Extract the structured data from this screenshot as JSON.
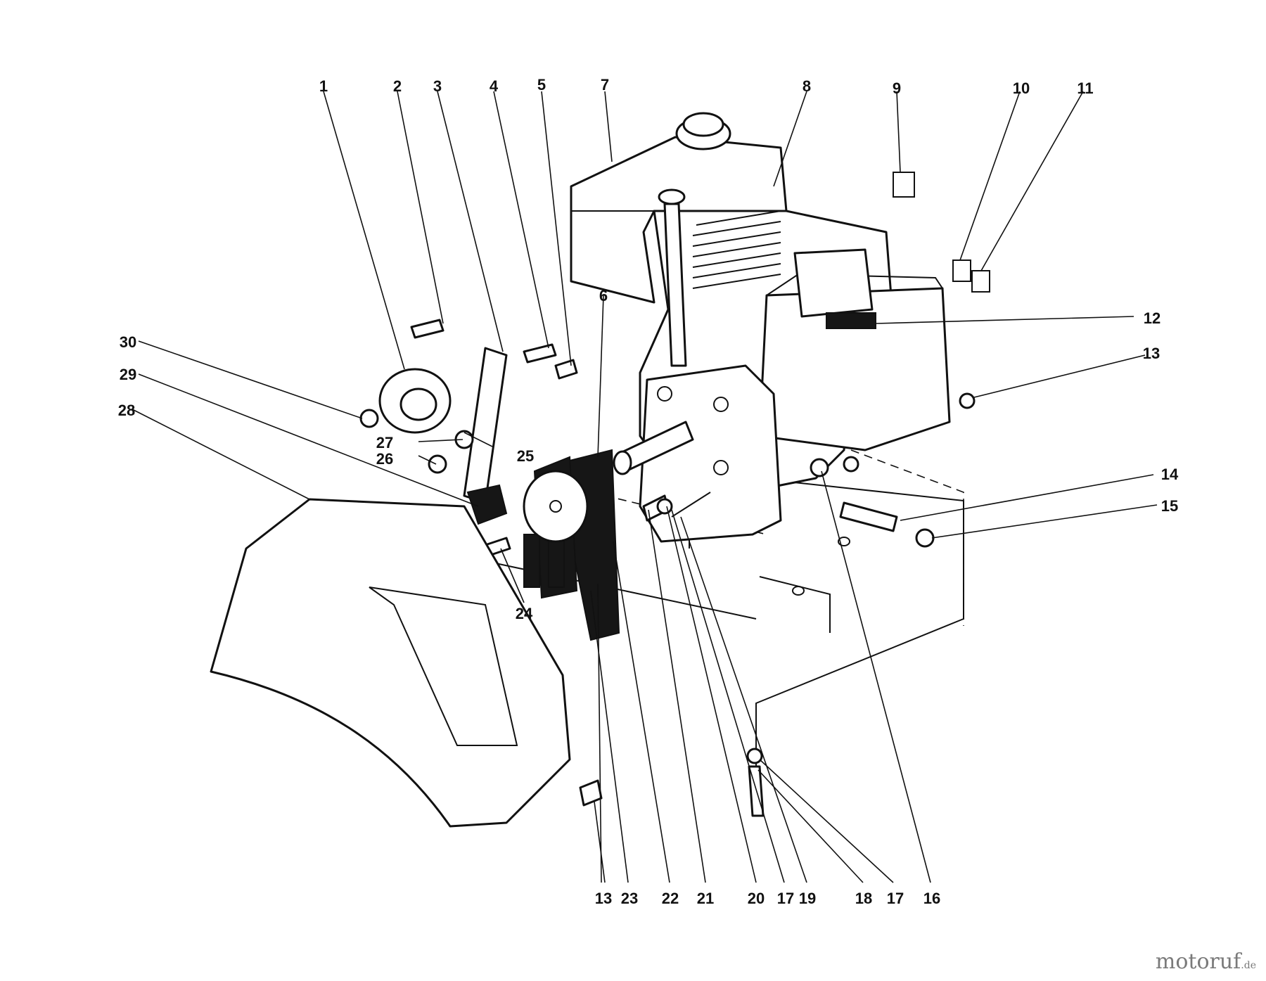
{
  "diagram": {
    "callouts": [
      "1",
      "2",
      "3",
      "4",
      "5",
      "6",
      "7",
      "8",
      "9",
      "10",
      "11",
      "12",
      "13",
      "14",
      "15",
      "16",
      "17",
      "17",
      "18",
      "19",
      "20",
      "21",
      "22",
      "23",
      "24",
      "25",
      "26",
      "27",
      "28",
      "29",
      "30",
      "13"
    ]
  },
  "watermark": {
    "brand": "motoruf",
    "tld": ".de"
  },
  "colors": {
    "line": "#111111",
    "background": "#ffffff",
    "watermark": "#7a7a7a"
  }
}
